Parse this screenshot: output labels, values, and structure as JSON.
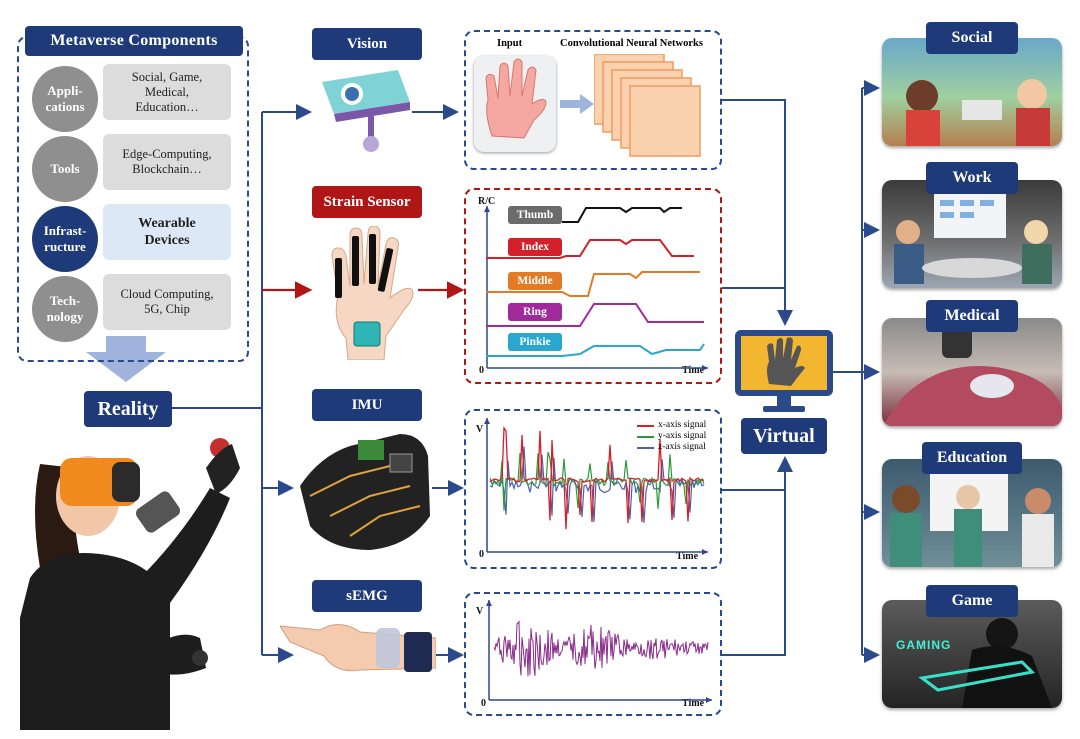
{
  "components": {
    "title": "Metaverse Components",
    "layers": [
      {
        "name": "Appli-\ncations",
        "desc": "Social, Game,\nMedical,\nEducation…"
      },
      {
        "name": "Tools",
        "desc": "Edge-Computing,\nBlockchain…"
      },
      {
        "name": "Infrast-\nructure",
        "desc": "Wearable\nDevices"
      },
      {
        "name": "Tech-\nnology",
        "desc": "Cloud Computing,\n5G, Chip"
      }
    ]
  },
  "reality_label": "Reality",
  "virtual_label": "Virtual",
  "sensors": {
    "vision": "Vision",
    "strain": "Strain Sensor",
    "imu": "IMU",
    "semg": "sEMG"
  },
  "vision_panel": {
    "input_label": "Input",
    "cnn_label": "Convolutional Neural Networks"
  },
  "strain_panel": {
    "y_label": "R/C",
    "x_label": "Time",
    "origin": "0",
    "fingers": [
      {
        "name": "Thumb",
        "color": "#6b6b6b",
        "line": "#111111"
      },
      {
        "name": "Index",
        "color": "#d4202a",
        "line": "#d4202a"
      },
      {
        "name": "Middle",
        "color": "#e37b26",
        "line": "#e37b26"
      },
      {
        "name": "Ring",
        "color": "#a02a9a",
        "line": "#a02a9a"
      },
      {
        "name": "Pinkie",
        "color": "#2aa7cf",
        "line": "#2aa7cf"
      }
    ]
  },
  "imu_panel": {
    "y_label": "V",
    "x_label": "Time",
    "origin": "0",
    "legend": [
      {
        "name": "x-axis signal",
        "color": "#d4202a"
      },
      {
        "name": "y-axis signal",
        "color": "#2a9a3a"
      },
      {
        "name": "z-axis signal",
        "color": "#4a60b0"
      }
    ]
  },
  "semg_panel": {
    "y_label": "V",
    "x_label": "Time",
    "origin": "0",
    "color": "#8a2a8a"
  },
  "applications": [
    {
      "name": "Social"
    },
    {
      "name": "Work"
    },
    {
      "name": "Medical"
    },
    {
      "name": "Education"
    },
    {
      "name": "Game",
      "photo_text": "GAMING"
    }
  ],
  "colors": {
    "navy": "#1f3a78",
    "red": "#b01616",
    "arrow": "#2a4a8c"
  }
}
